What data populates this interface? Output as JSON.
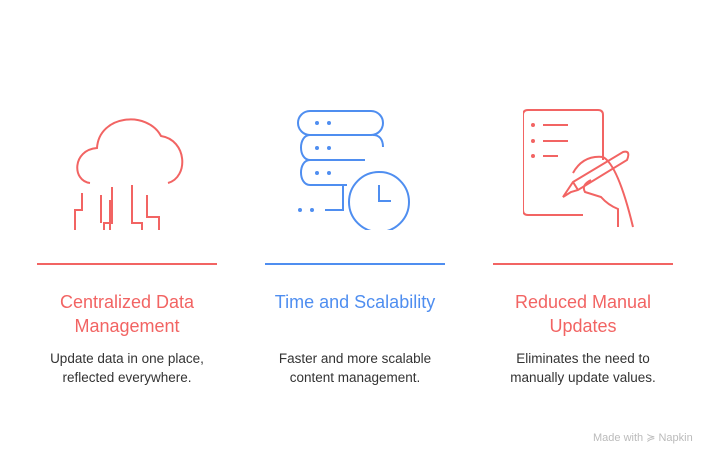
{
  "colors": {
    "red": "#f26463",
    "blue": "#4f8ef0"
  },
  "items": [
    {
      "title": "Centralized Data Management",
      "description": "Update data in one place, reflected everywhere.",
      "icon": "cloud-network-icon"
    },
    {
      "title": "Time and Scalability",
      "description": "Faster and more scalable content management.",
      "icon": "server-clock-icon"
    },
    {
      "title": "Reduced Manual Updates",
      "description": "Eliminates the need to manually update values.",
      "icon": "hand-writing-list-icon"
    }
  ],
  "footer": {
    "label": "Made with",
    "brand": "Napkin"
  }
}
